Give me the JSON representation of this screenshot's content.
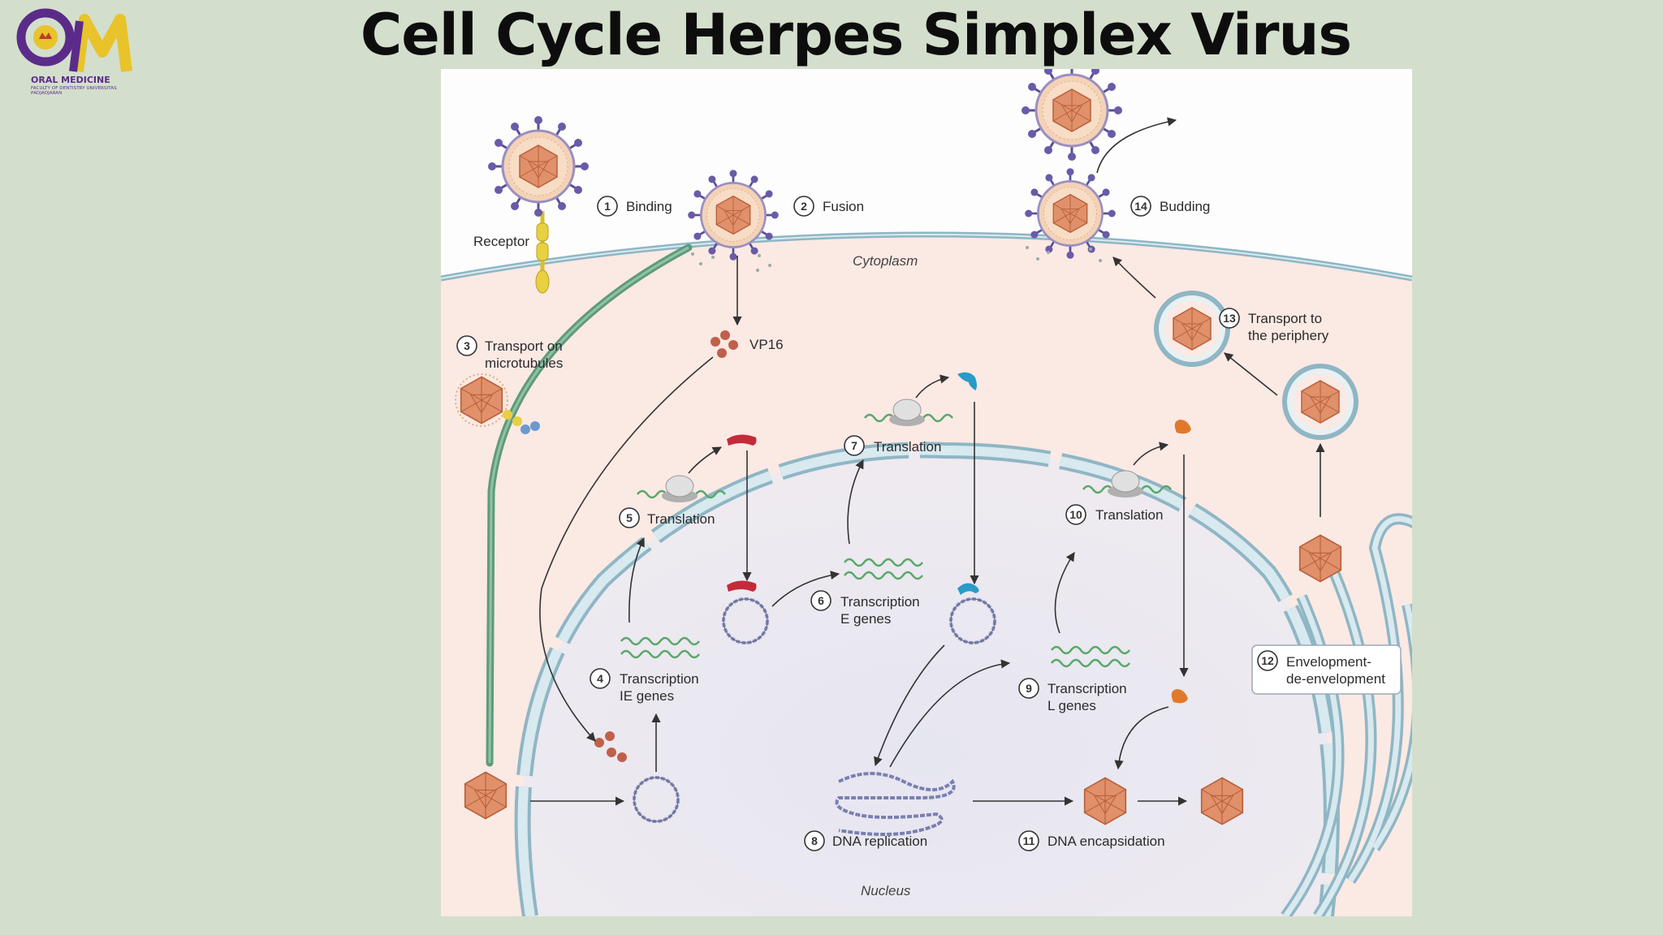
{
  "title": "Cell Cycle Herpes Simplex Virus",
  "logo": {
    "line1": "ORAL MEDICINE",
    "line2": "FACULTY OF DENTISTRY  UNIVERSITAS PADJADJARAN",
    "colors": {
      "purple": "#5b2b8a",
      "yellow": "#e8c32a",
      "orange": "#e0892a"
    }
  },
  "diagram": {
    "regions": {
      "cytoplasm": "Cytoplasm",
      "nucleus": "Nucleus"
    },
    "receptor": "Receptor",
    "vp16": "VP16",
    "steps": [
      {
        "num": "1",
        "text": "Binding"
      },
      {
        "num": "2",
        "text": "Fusion"
      },
      {
        "num": "3",
        "lines": [
          "Transport on",
          "microtubules"
        ]
      },
      {
        "num": "4",
        "lines": [
          "Transcription",
          "IE genes"
        ]
      },
      {
        "num": "5",
        "text": "Translation"
      },
      {
        "num": "6",
        "lines": [
          "Transcription",
          "E genes"
        ]
      },
      {
        "num": "7",
        "text": "Translation"
      },
      {
        "num": "8",
        "text": "DNA replication"
      },
      {
        "num": "9",
        "lines": [
          "Transcription",
          "L genes"
        ]
      },
      {
        "num": "10",
        "text": "Translation"
      },
      {
        "num": "11",
        "text": "DNA encapsidation"
      },
      {
        "num": "12",
        "lines": [
          "Envelopment-",
          "de-envelopment"
        ]
      },
      {
        "num": "13",
        "lines": [
          "Transport to",
          "the periphery"
        ]
      },
      {
        "num": "14",
        "text": "Budding"
      }
    ],
    "colors": {
      "cytoplasm": "#fbe9e4",
      "nucleus": "#e9e8f2",
      "membrane": "#8fb6c4",
      "microtubule": "#5f9a7c",
      "capsid": "#e0906a",
      "spike": "#5a4f9a",
      "mrna": "#5aa86a",
      "protein_ie": "#c42a3a",
      "protein_e": "#2a9ac8",
      "protein_l": "#e07a2a"
    }
  }
}
